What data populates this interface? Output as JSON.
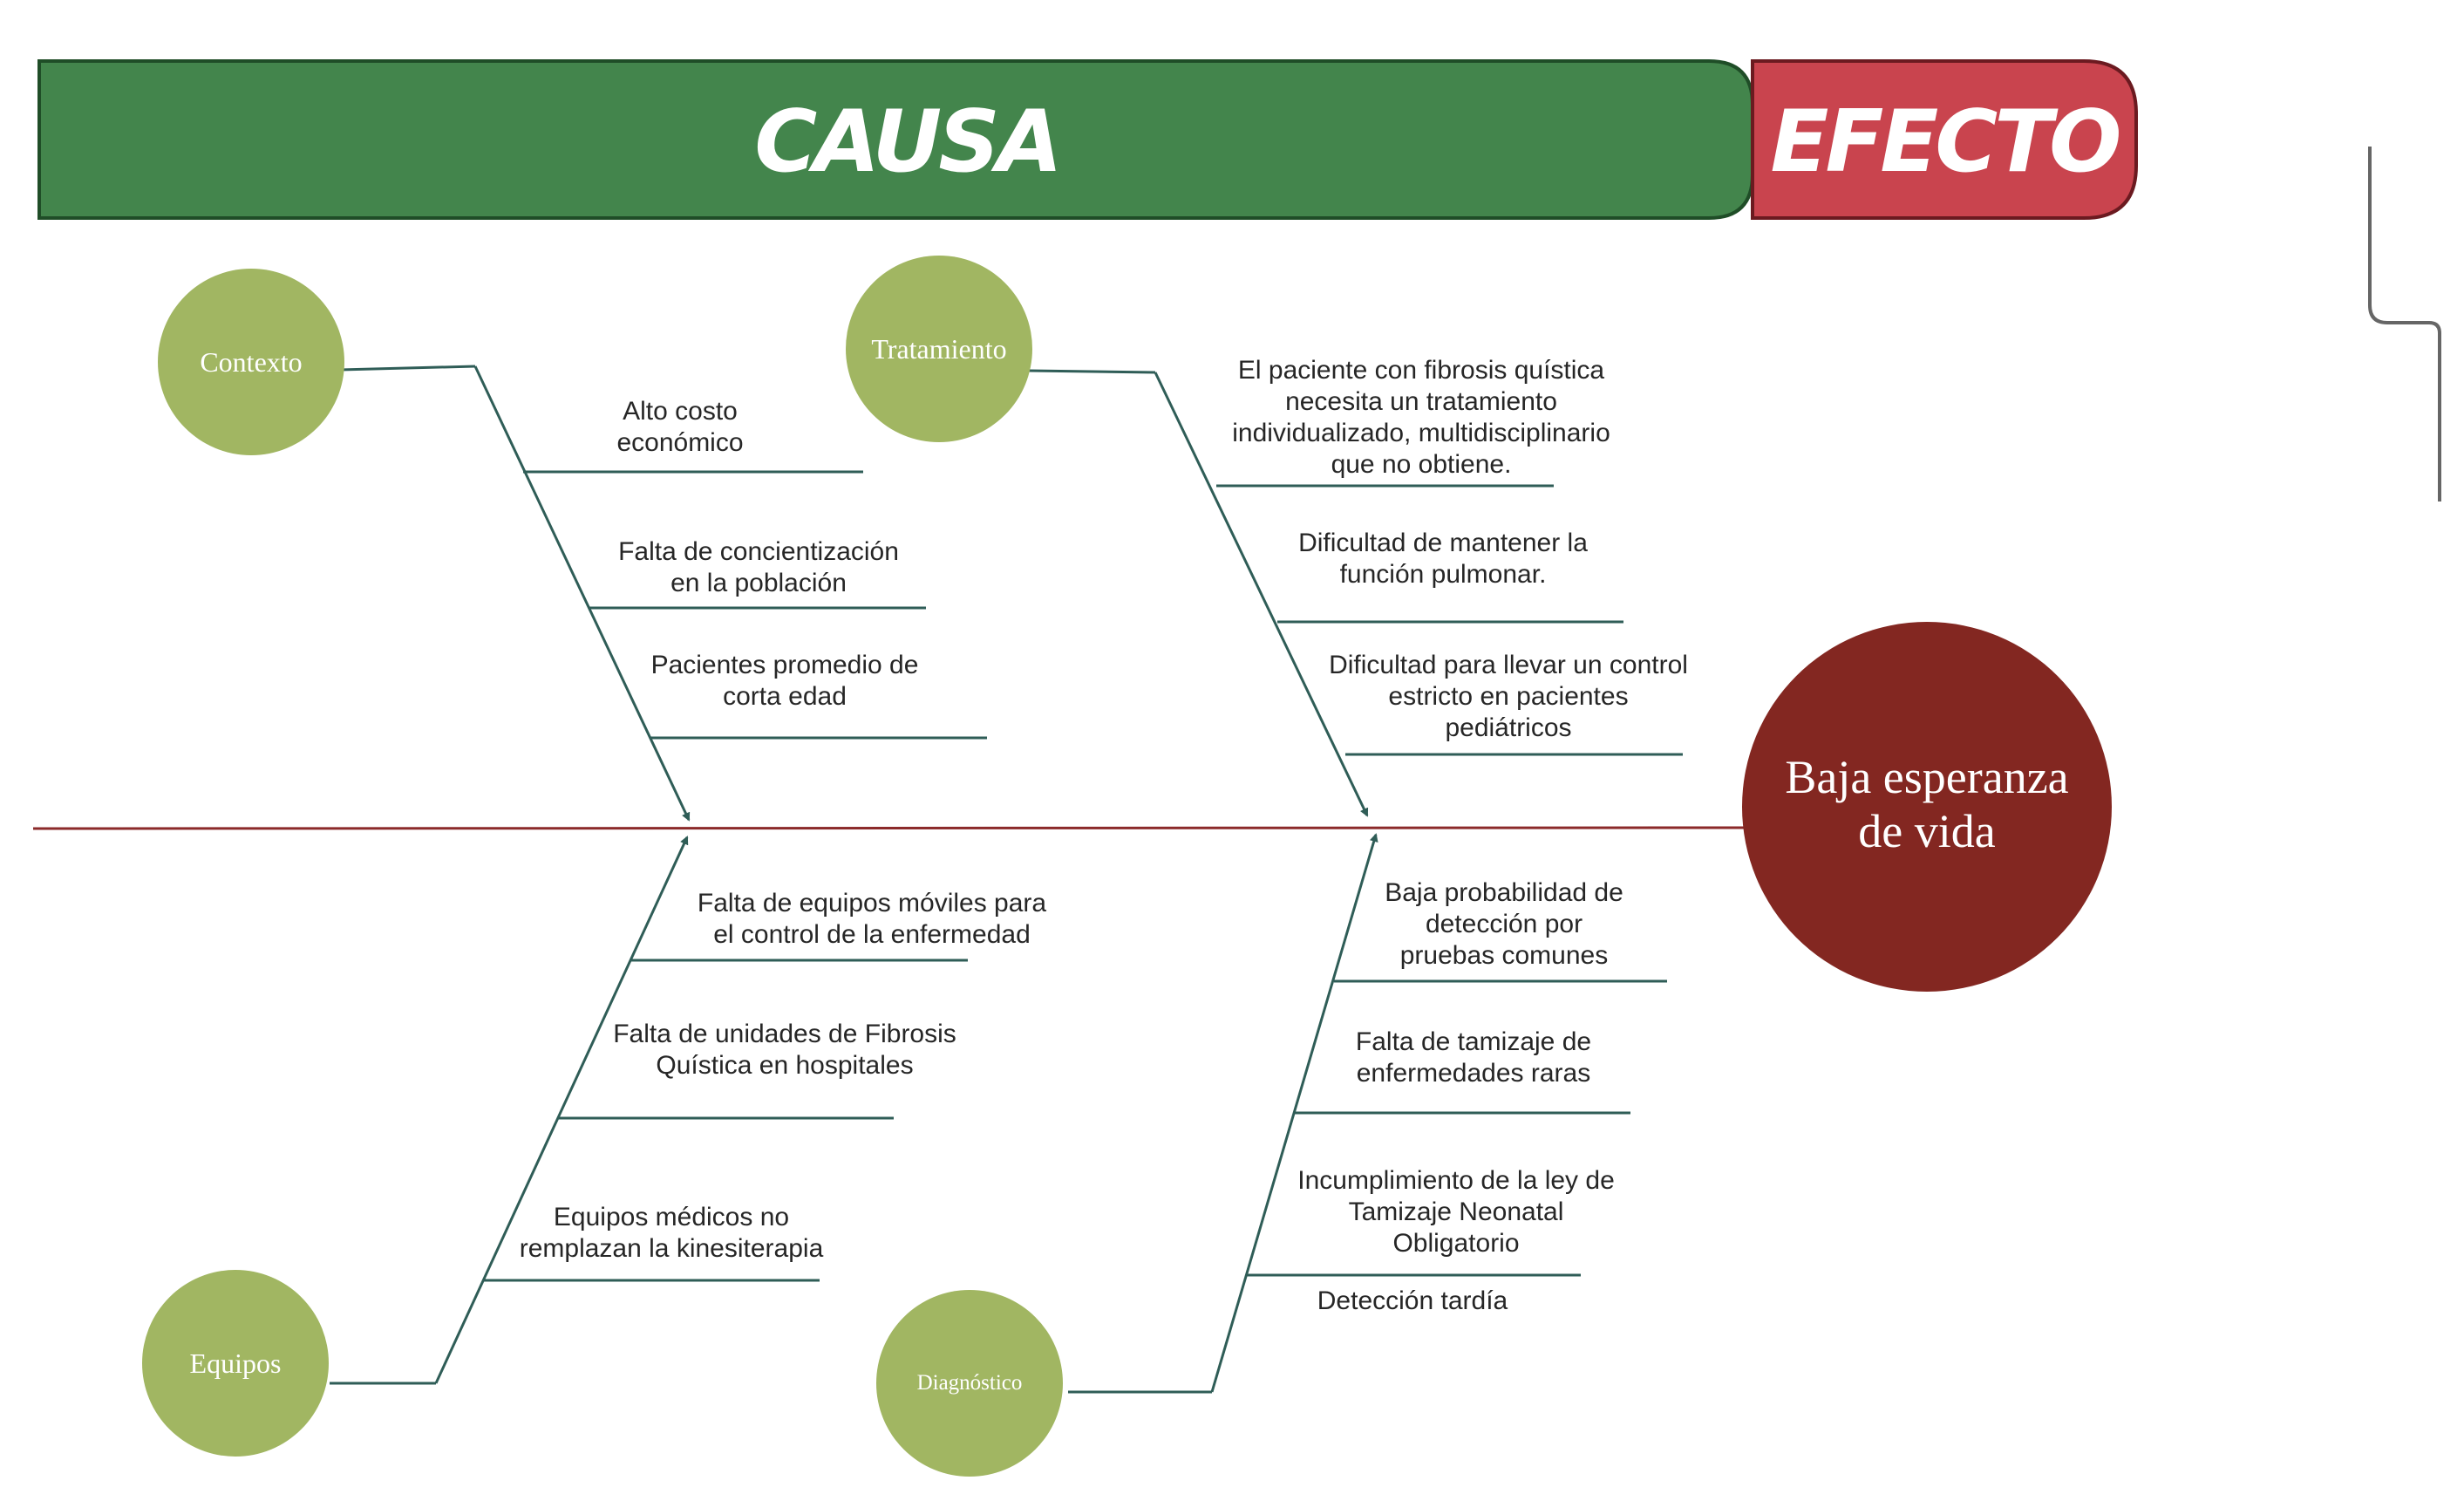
{
  "header": {
    "cause_label": "CAUSA",
    "effect_label": "EFECTO"
  },
  "effect": {
    "label": "Baja esperanza\nde vida"
  },
  "categories": {
    "contexto": {
      "label": "Contexto",
      "causes": [
        "Alto costo\neconómico",
        "Falta de concientización\nen la población",
        "Pacientes promedio de\ncorta edad"
      ]
    },
    "tratamiento": {
      "label": "Tratamiento",
      "causes": [
        "El paciente con fibrosis quística\nnecesita un tratamiento\nindividualizado, multidisciplinario\nque no obtiene.",
        "Dificultad de mantener la\nfunción pulmonar.",
        "Dificultad para llevar un control\nestricto en pacientes\npediátricos"
      ]
    },
    "equipos": {
      "label": "Equipos",
      "causes": [
        "Falta de equipos móviles para\nel control de la enfermedad",
        "Falta de unidades de Fibrosis\nQuística en hospitales",
        "Equipos médicos no\nremplazan la kinesiterapia"
      ]
    },
    "diagnostico": {
      "label": "Diagnóstico",
      "causes": [
        "Baja probabilidad de\ndetección por\npruebas comunes",
        "Falta de tamizaje de\nenfermedades raras",
        "Incumplimiento de la ley de\nTamizaje  Neonatal\nObligatorio",
        "Detección tardía"
      ]
    }
  },
  "colors": {
    "cause_banner": "#43854c",
    "effect_banner": "#c9444e",
    "category_circle": "#a1b662",
    "effect_circle": "#832721",
    "bone": "#2f5d57",
    "spine": "#8b2a2a"
  }
}
